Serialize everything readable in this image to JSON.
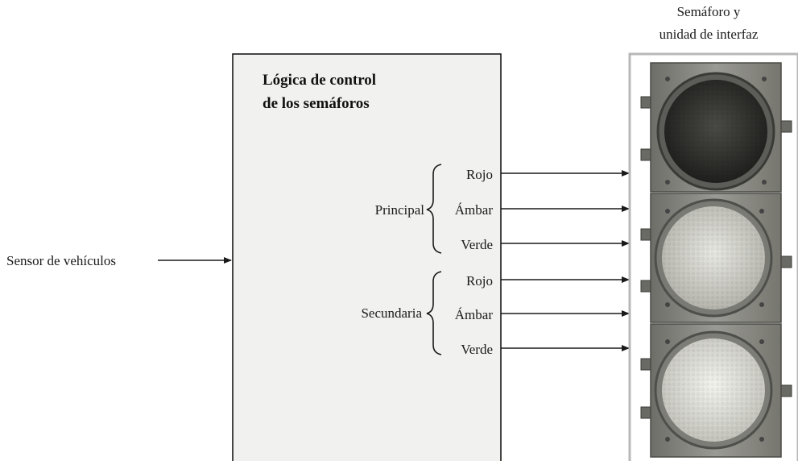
{
  "diagram": {
    "box_title_line1": "Lógica de control",
    "box_title_line2": "de los semáforos",
    "input_label": "Sensor de vehículos",
    "light_label_line1": "Semáforo y",
    "light_label_line2": "unidad de interfaz",
    "groups": [
      {
        "name": "Principal",
        "signals": [
          "Rojo",
          "Ámbar",
          "Verde"
        ]
      },
      {
        "name": "Secundaria",
        "signals": [
          "Rojo",
          "Ámbar",
          "Verde"
        ]
      }
    ]
  },
  "colors": {
    "housing": "#8a8a84",
    "housing_dark": "#5a5a55",
    "lens_top": "#3b3b38",
    "lens_mid": "#cfcfc8",
    "lens_bottom": "#e3e3dc"
  }
}
